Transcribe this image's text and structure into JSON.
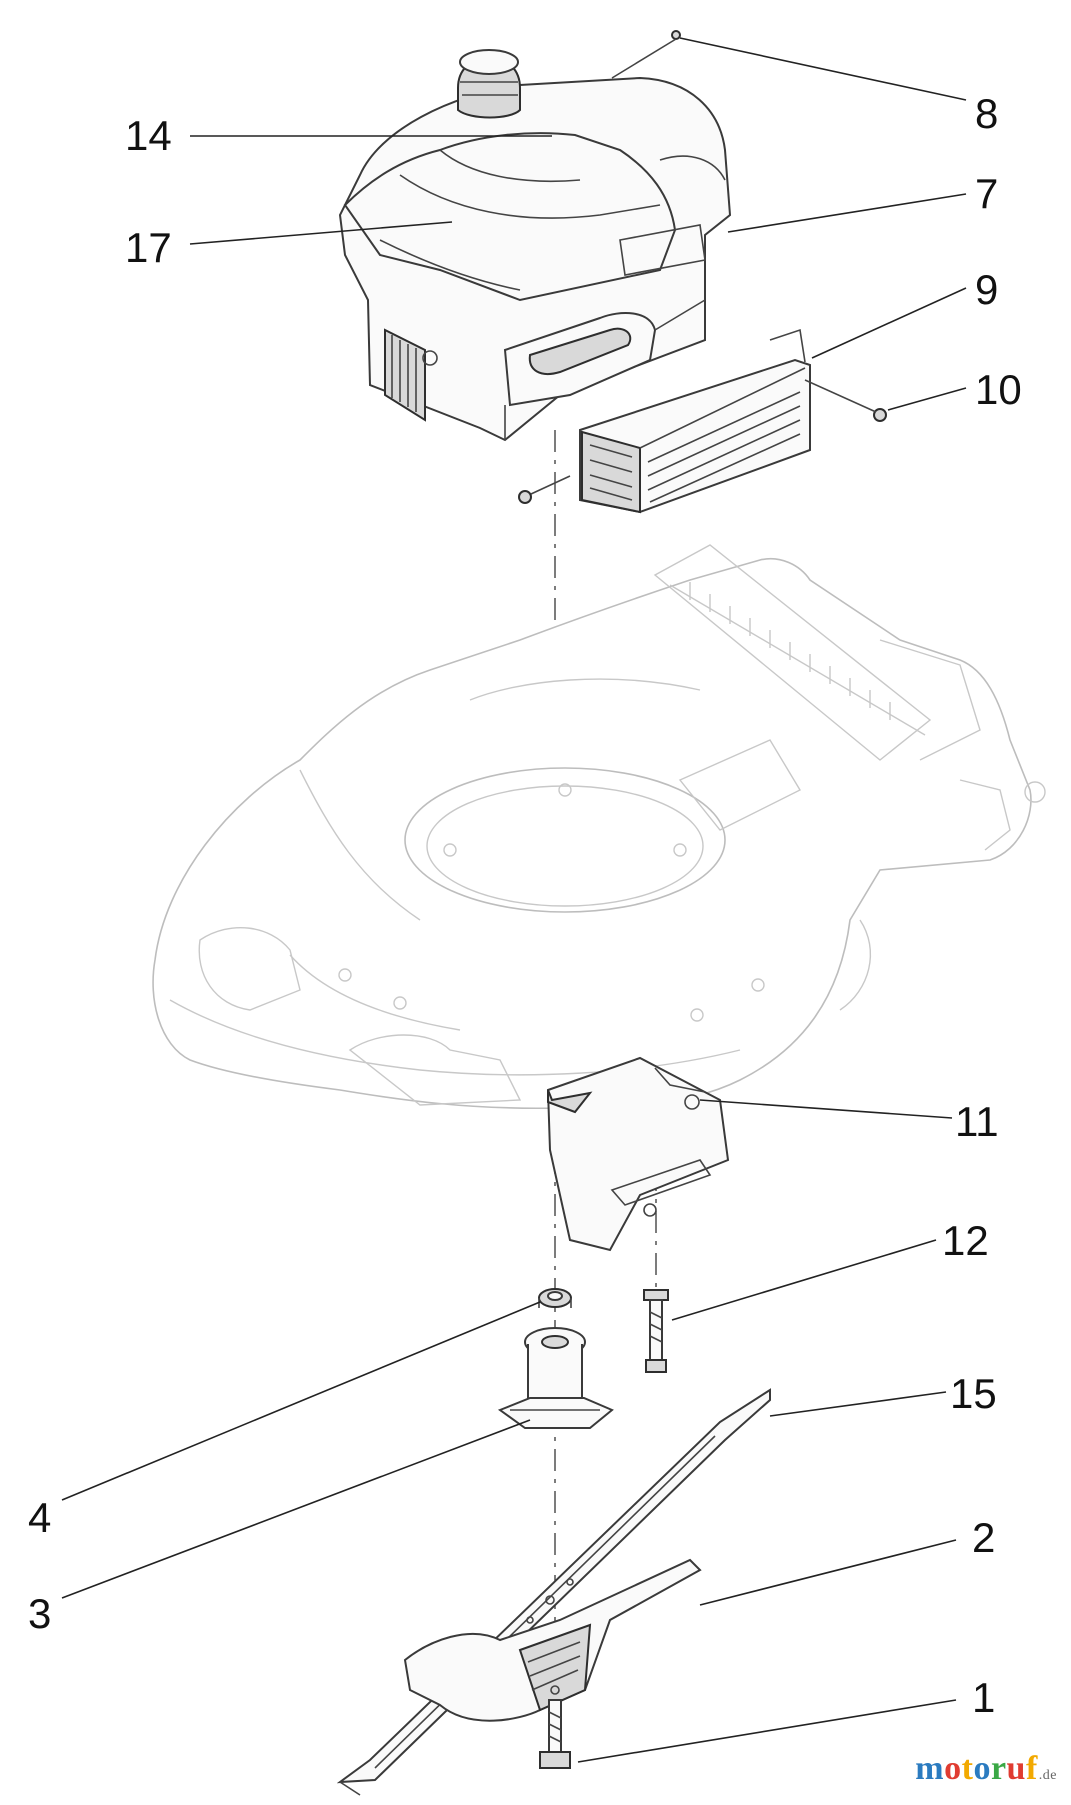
{
  "callouts": [
    {
      "id": "8",
      "label": "8"
    },
    {
      "id": "14",
      "label": "14"
    },
    {
      "id": "7",
      "label": "7"
    },
    {
      "id": "17",
      "label": "17"
    },
    {
      "id": "9",
      "label": "9"
    },
    {
      "id": "10",
      "label": "10"
    },
    {
      "id": "11",
      "label": "11"
    },
    {
      "id": "12",
      "label": "12"
    },
    {
      "id": "15",
      "label": "15"
    },
    {
      "id": "4",
      "label": "4"
    },
    {
      "id": "2",
      "label": "2"
    },
    {
      "id": "3",
      "label": "3"
    },
    {
      "id": "1",
      "label": "1"
    }
  ],
  "watermark": {
    "text": "motoruf",
    "suffix": ".de",
    "letters": [
      {
        "ch": "m",
        "color": "#2b7bc0"
      },
      {
        "ch": "o",
        "color": "#e03c31"
      },
      {
        "ch": "t",
        "color": "#f2a900"
      },
      {
        "ch": "o",
        "color": "#2b7bc0"
      },
      {
        "ch": "r",
        "color": "#3aa845"
      },
      {
        "ch": "u",
        "color": "#e03c31"
      },
      {
        "ch": "f",
        "color": "#f2a900"
      }
    ]
  }
}
